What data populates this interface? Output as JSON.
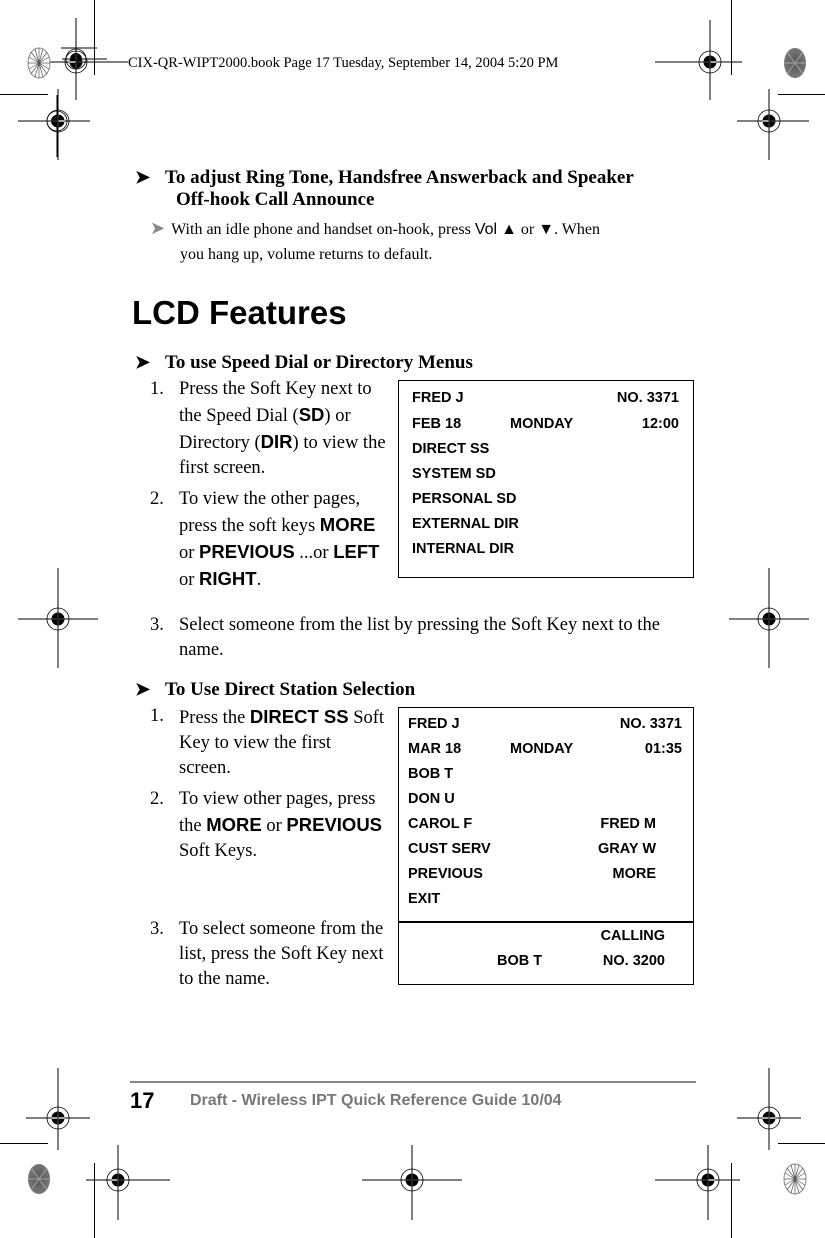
{
  "header_stamp": "CIX-QR-WIPT2000.book  Page 17  Tuesday, September 14, 2004  5:20 PM",
  "section_ring": {
    "arrow": "➤",
    "title_line1": "To adjust Ring Tone, Handsfree Answerback and Speaker",
    "title_line2": "Off-hook Call Announce",
    "bullet_arrow": "➤",
    "text_pre": "With an idle phone and handset on-hook, press ",
    "vol_label": "Vol",
    "up_glyph": "▲",
    "or": " or ",
    "down_glyph": "▼",
    "text_post": ". When",
    "text_line2": "you hang up, volume returns to default."
  },
  "heading": "LCD Features",
  "section_speed": {
    "arrow": "➤",
    "title": "To use Speed Dial or Directory Menus",
    "steps": [
      {
        "num": "1.",
        "parts": [
          "Press the Soft Key next to the Speed Dial (",
          "SD",
          ") or Directory (",
          "DIR",
          ")  to view the first screen."
        ]
      },
      {
        "num": "2.",
        "parts": [
          "To view the other pages, press the soft keys ",
          "MORE",
          " or ",
          "PREVIOUS",
          " ...or ",
          "LEFT",
          " or ",
          "RIGHT",
          "."
        ]
      },
      {
        "num": "3.",
        "text": "Select someone from the list by pressing the Soft Key next to the name."
      }
    ],
    "lcd": {
      "name": "FRED J",
      "number": "NO. 3371",
      "date": "FEB 18",
      "day": "MONDAY",
      "time": "12:00",
      "menu": [
        "DIRECT SS",
        "SYSTEM SD",
        "PERSONAL SD",
        "EXTERNAL DIR",
        "INTERNAL DIR"
      ]
    }
  },
  "section_dss": {
    "arrow": "➤",
    "title": "To Use Direct Station Selection",
    "steps": [
      {
        "num": "1.",
        "parts": [
          "Press the ",
          "DIRECT SS",
          " Soft Key to view the first screen."
        ]
      },
      {
        "num": "2.",
        "parts": [
          "To view other pages, press the ",
          "MORE",
          " or ",
          "PREVIOUS",
          " Soft Keys."
        ]
      },
      {
        "num": "3.",
        "text": "To select someone from the list, press the Soft Key next to the name."
      }
    ],
    "lcd": {
      "name": "FRED J",
      "number": "NO. 3371",
      "date": "MAR 18",
      "day": "MONDAY",
      "time": "01:35",
      "rows": [
        {
          "left": "BOB T",
          "right": ""
        },
        {
          "left": "DON U",
          "right": ""
        },
        {
          "left": "CAROL F",
          "right": "FRED M"
        },
        {
          "left": "CUST SERV",
          "right": "GRAY W"
        },
        {
          "left": "PREVIOUS",
          "right": "MORE"
        },
        {
          "left": "EXIT",
          "right": ""
        }
      ],
      "calling_label": "CALLING",
      "calling_name": "BOB T",
      "calling_number": "NO. 3200"
    }
  },
  "footer": {
    "page_number": "17",
    "title": "Draft - Wireless IPT Quick Reference Guide  10/04"
  }
}
